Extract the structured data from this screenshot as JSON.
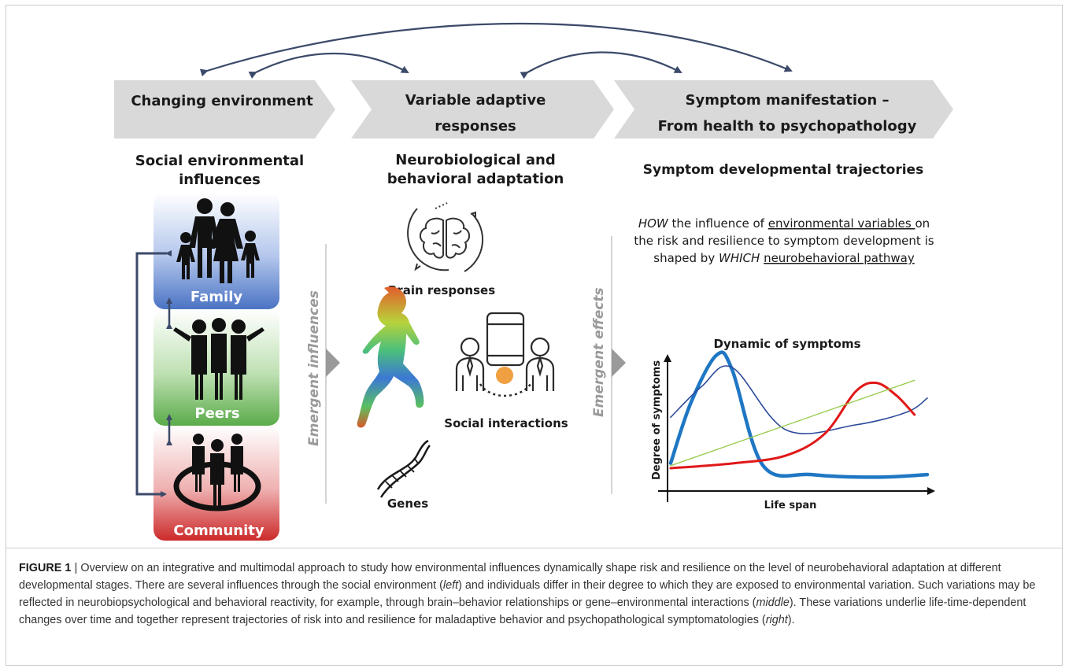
{
  "stages": {
    "changing_environment": "Changing environment",
    "variable_responses_line1": "Variable adaptive",
    "variable_responses_line2": "responses",
    "symptom_line1": "Symptom manifestation –",
    "symptom_line2": "From health to psychopathology"
  },
  "left": {
    "heading_line1": "Social environmental",
    "heading_line2": "influences",
    "family": "Family",
    "peers": "Peers",
    "community": "Community",
    "emergent": "Emergent influences"
  },
  "middle": {
    "heading_line1": "Neurobiological and",
    "heading_line2": "behavioral adaptation",
    "brain": "Brain responses",
    "social": "Social interactions",
    "genes": "Genes",
    "emergent": "Emergent effects"
  },
  "right": {
    "heading": "Symptom developmental trajectories",
    "desc_how": "HOW",
    "desc_1a": " the influence of ",
    "desc_1b": "environmental variables ",
    "desc_1c": "on",
    "desc_2": "the risk and resilience to symptom development is",
    "desc_3a": "shaped by ",
    "desc_which": "WHICH",
    "desc_3b": "neurobehavioral pathway",
    "chart_title": "Dynamic of symptoms",
    "xlabel": "Life span",
    "ylabel": "Degree of symptoms"
  },
  "colors": {
    "family": "#4f78c9",
    "peers": "#62b050",
    "community": "#d23a3a",
    "arrow": "#3c4a6a",
    "chevron": "#d9d9d9",
    "thick_blue": "#1f77c4",
    "thin_blue": "#2b4a9a",
    "red": "#e01818",
    "green": "#9ccc50"
  },
  "chart_data": {
    "type": "line",
    "title": "Dynamic of symptoms",
    "xlabel": "Life span",
    "ylabel": "Degree of symptoms",
    "series": [
      {
        "style": "thick-blue",
        "x": [
          0,
          0.08,
          0.18,
          0.24,
          0.36,
          0.55,
          0.8,
          1.0
        ],
        "y": [
          0.12,
          0.6,
          0.97,
          0.85,
          0.1,
          0.03,
          0.01,
          0.03
        ]
      },
      {
        "style": "thin-blue",
        "x": [
          0,
          0.12,
          0.24,
          0.45,
          0.72,
          0.92,
          1.0
        ],
        "y": [
          0.48,
          0.72,
          0.87,
          0.38,
          0.42,
          0.52,
          0.63
        ]
      },
      {
        "style": "red",
        "x": [
          0,
          0.25,
          0.45,
          0.6,
          0.72,
          0.8,
          0.88,
          0.95
        ],
        "y": [
          0.08,
          0.12,
          0.18,
          0.35,
          0.68,
          0.75,
          0.65,
          0.5
        ]
      },
      {
        "style": "green",
        "x": [
          0,
          0.95
        ],
        "y": [
          0.1,
          0.77
        ]
      }
    ]
  },
  "caption": {
    "figure": "FIGURE 1",
    "sep": " | ",
    "text1": "Overview on an integrative and multimodal approach to study how environmental influences dynamically shape risk and resilience on the level of neurobehavioral adaptation at different developmental stages. There are several influences through the social environment (",
    "left": "left",
    "text2": ") and individuals differ in their degree to which they are exposed to environmental variation. Such variations may be reflected in neurobiopsychological and behavioral reactivity, for example, through brain–behavior relationships or gene–environmental interactions (",
    "middle": "middle",
    "text3": "). These variations underlie life-time-dependent changes over time and together represent trajectories of risk into and resilience for maladaptive behavior and psychopathological symptomatologies (",
    "right": "right",
    "text4": ")."
  }
}
